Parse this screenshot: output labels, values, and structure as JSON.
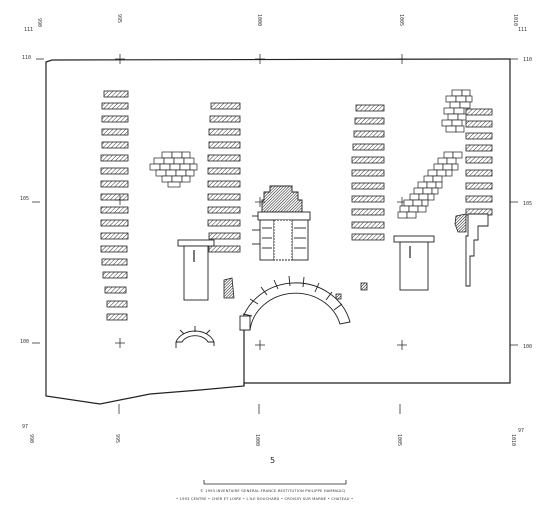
{
  "grid": {
    "top_labels": [
      "990",
      "995",
      "1000",
      "1005",
      "1010"
    ],
    "bottom_labels": [
      "990",
      "995",
      "1000",
      "1005",
      "1010"
    ],
    "left_labels": [
      "111",
      "110",
      "105",
      "100",
      "97"
    ],
    "right_labels": [
      "111",
      "110",
      "105",
      "100",
      "97"
    ]
  },
  "sheet_number": "5",
  "credit_line_1": "© 1993 INVENTAIRE GENERAL-FRANCE-RESTITUTION PHILIPPE HAMMAUCJ",
  "credit_line_2": "• 1993 CENTRE • CHER ET LOIRE • L'ILE BOUCHARD • CROISSY SUR MARNE • CHATEAU •"
}
